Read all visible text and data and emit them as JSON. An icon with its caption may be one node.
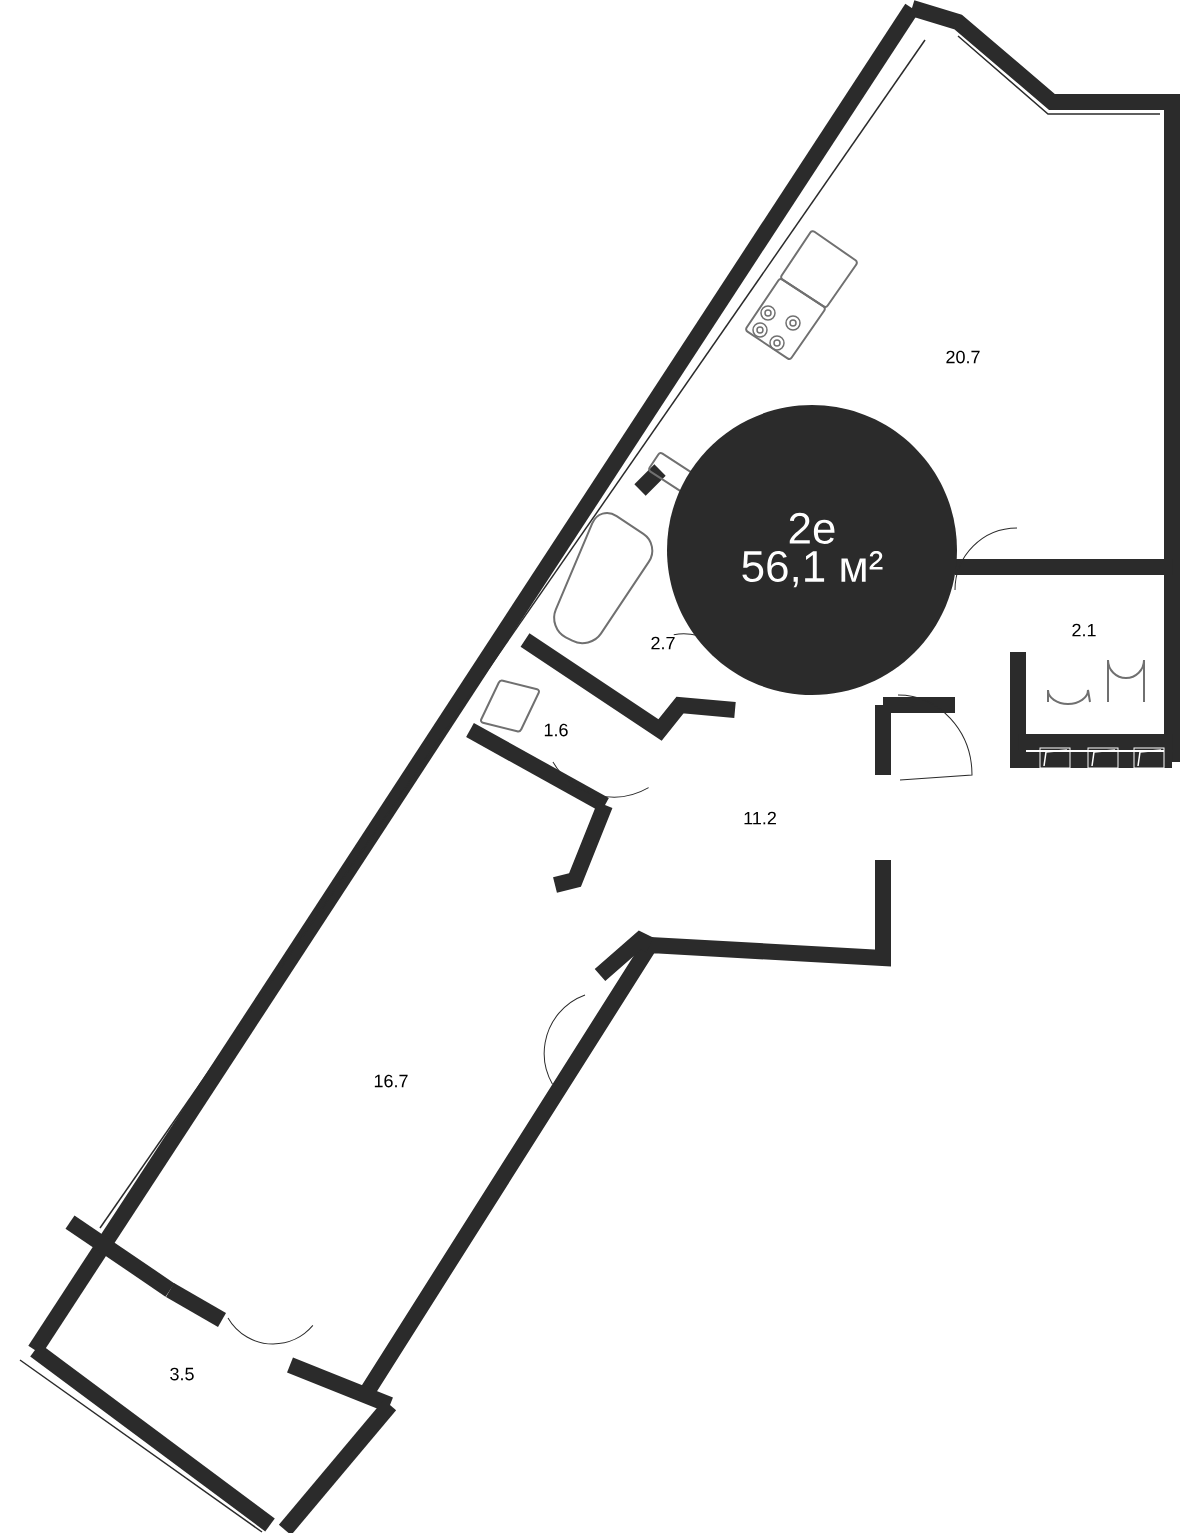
{
  "diagram": {
    "nodes": [
      {
        "text": [
          "2e",
          "56,1 м²"
        ]
      }
    ],
    "labels": [
      "20.7",
      "2.7",
      "2.1",
      "1.6",
      "11.2",
      "16.7",
      "3.5"
    ]
  }
}
